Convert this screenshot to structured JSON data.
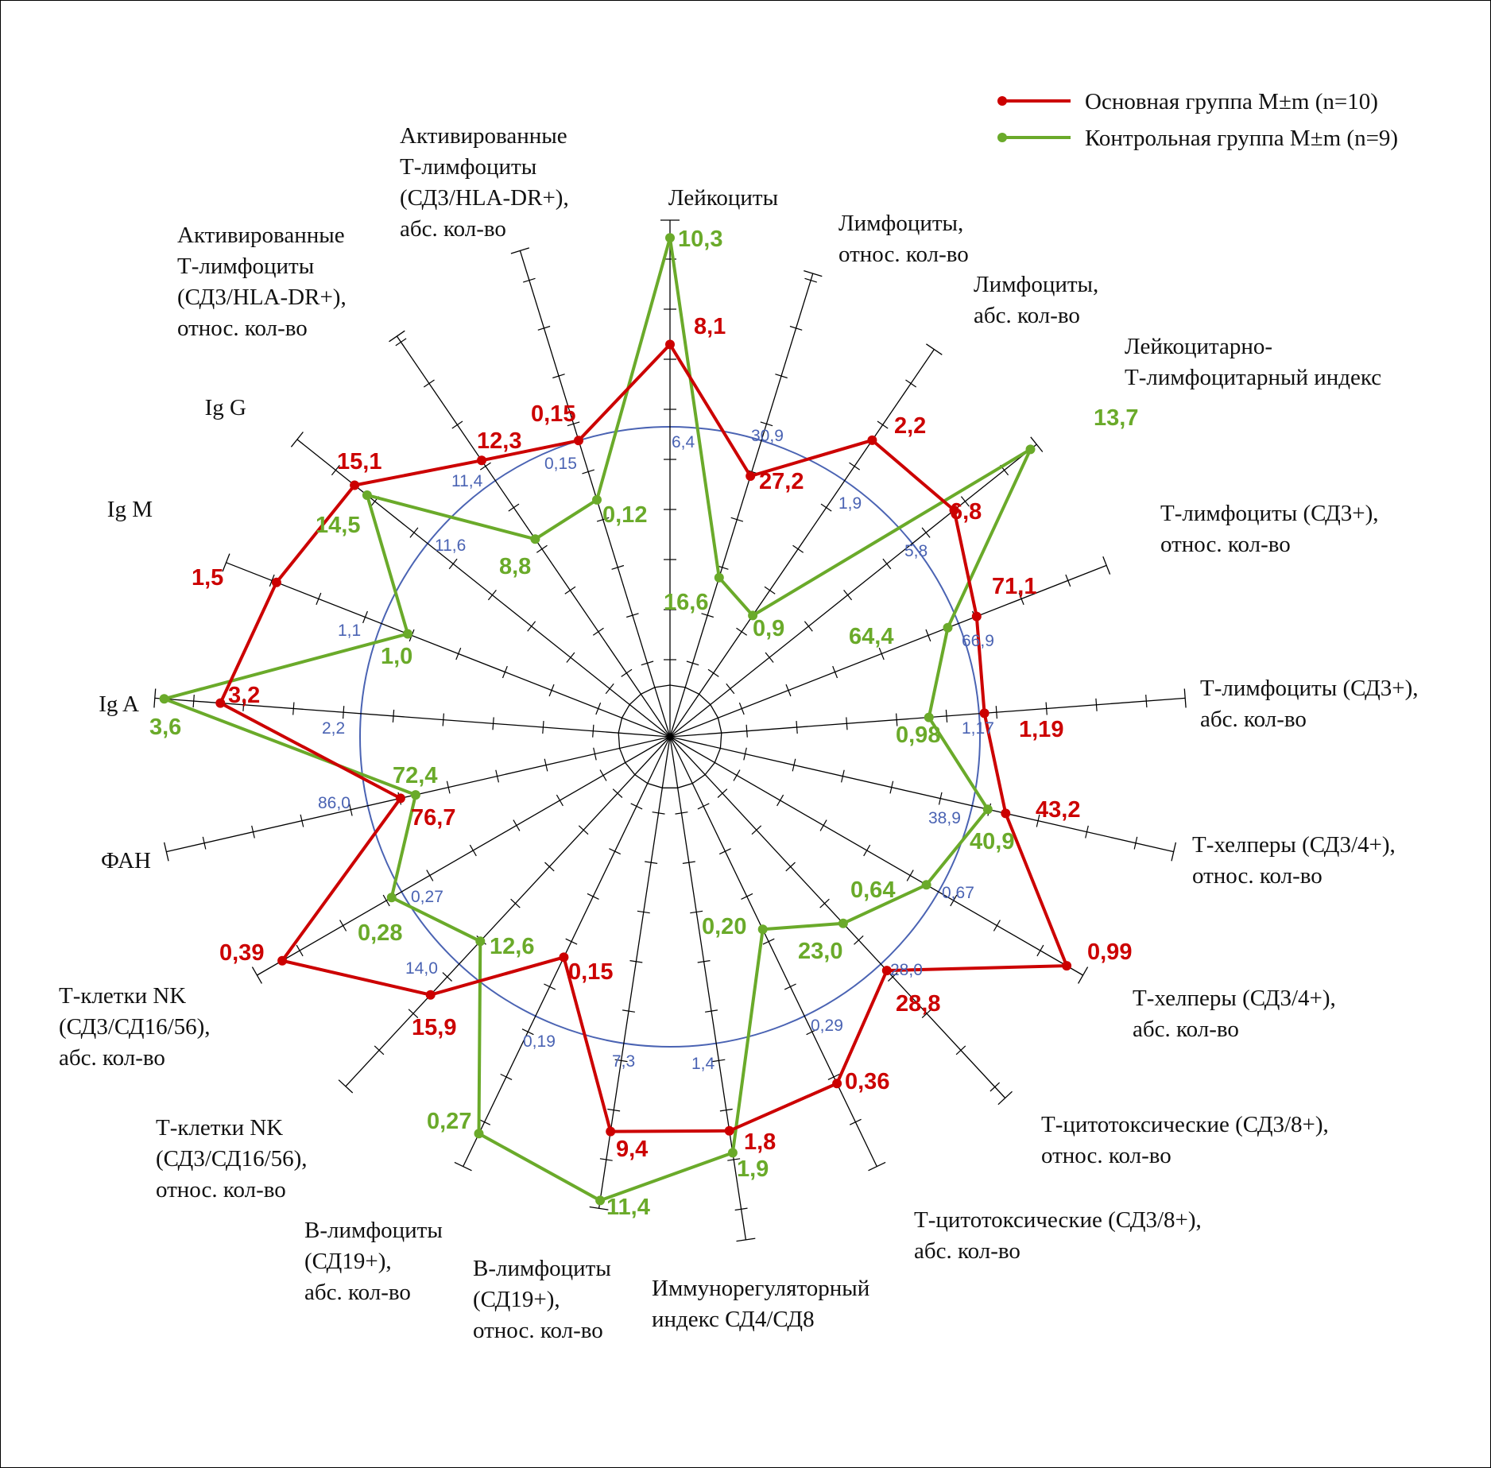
{
  "chart_data": {
    "type": "radar",
    "legend": {
      "position": "top-right",
      "series_labels": [
        "Основная группа M±m (n=10)",
        "Контрольная группа M±m (n=9)"
      ]
    },
    "colors": {
      "main": "#cc0000",
      "control": "#6aaa2a",
      "reference": "#4a63b3",
      "axis": "#000000"
    },
    "axes": [
      {
        "label": [
          "Лейкоциты"
        ],
        "ref": "6,4",
        "main": 8.1,
        "main_label": "8,1",
        "control": 10.3,
        "control_label": "10,3"
      },
      {
        "label": [
          "Лимфоциты,",
          "относ. кол-во"
        ],
        "ref": "30,9",
        "main": 27.2,
        "main_label": "27,2",
        "control": 16.6,
        "control_label": "16,6"
      },
      {
        "label": [
          "Лимфоциты,",
          "абс. кол-во"
        ],
        "ref": "1,9",
        "main": 2.2,
        "main_label": "2,2",
        "control": 0.9,
        "control_label": "0,9"
      },
      {
        "label": [
          "Лейкоцитарно-",
          "Т-лимфоцитарный индекс"
        ],
        "ref": "5,8",
        "main": 6.8,
        "main_label": "6,8",
        "control": 13.7,
        "control_label": "13,7"
      },
      {
        "label": [
          "Т-лимфоциты (СД3+),",
          "относ. кол-во"
        ],
        "ref": "66,9",
        "main": 71.1,
        "main_label": "71,1",
        "control": 64.4,
        "control_label": "64,4"
      },
      {
        "label": [
          "Т-лимфоциты (СД3+),",
          "абс. кол-во"
        ],
        "ref": "1,17",
        "main": 1.19,
        "main_label": "1,19",
        "control": 0.98,
        "control_label": "0,98"
      },
      {
        "label": [
          "Т-хелперы (СД3/4+),",
          "относ. кол-во"
        ],
        "ref": "38,9",
        "main": 43.2,
        "main_label": "43,2",
        "control": 40.9,
        "control_label": "40,9"
      },
      {
        "label": [
          "Т-хелперы (СД3/4+),",
          "абс. кол-во"
        ],
        "ref": "0,67",
        "main": 0.99,
        "main_label": "0,99",
        "control": 0.64,
        "control_label": "0,64"
      },
      {
        "label": [
          "Т-цитотоксические (СД3/8+),",
          "относ. кол-во"
        ],
        "ref": "28,0",
        "main": 28.8,
        "main_label": "28,8",
        "control": 23.0,
        "control_label": "23,0"
      },
      {
        "label": [
          "Т-цитотоксические (СД3/8+),",
          "абс. кол-во"
        ],
        "ref": "0,29",
        "main": 0.36,
        "main_label": "0,36",
        "control": 0.2,
        "control_label": "0,20"
      },
      {
        "label": [
          "Иммунорегуляторный",
          "индекс СД4/СД8"
        ],
        "ref": "1,4",
        "main": 1.8,
        "main_label": "1,8",
        "control": 1.9,
        "control_label": "1,9"
      },
      {
        "label": [
          "В-лимфоциты",
          "(СД19+),",
          "относ. кол-во"
        ],
        "ref": "7,3",
        "main": 9.4,
        "main_label": "9,4",
        "control": 11.4,
        "control_label": "11,4"
      },
      {
        "label": [
          "В-лимфоциты",
          "(СД19+),",
          "абс. кол-во"
        ],
        "ref": "0,19",
        "main": 0.15,
        "main_label": "0,15",
        "control": 0.27,
        "control_label": "0,27"
      },
      {
        "label": [
          "Т-клетки NK",
          "(СД3/СД16/56),",
          "относ. кол-во"
        ],
        "ref": "14,0",
        "main": 15.9,
        "main_label": "15,9",
        "control": 12.6,
        "control_label": "12,6"
      },
      {
        "label": [
          "Т-клетки NK",
          "(СД3/СД16/56),",
          "абс. кол-во"
        ],
        "ref": "0,27",
        "main": 0.39,
        "main_label": "0,39",
        "control": 0.28,
        "control_label": "0,28"
      },
      {
        "label": [
          "ФАН"
        ],
        "ref": "86,0",
        "main": 76.7,
        "main_label": "76,7",
        "control": 72.4,
        "control_label": "72,4"
      },
      {
        "label": [
          "Ig A"
        ],
        "ref": "2,2",
        "main": 3.2,
        "main_label": "3,2",
        "control": 3.6,
        "control_label": "3,6"
      },
      {
        "label": [
          "Ig M"
        ],
        "ref": "1,1",
        "main": 1.5,
        "main_label": "1,5",
        "control": 1.0,
        "control_label": "1,0"
      },
      {
        "label": [
          "Ig G"
        ],
        "ref": "11,6",
        "main": 15.1,
        "main_label": "15,1",
        "control": 14.5,
        "control_label": "14,5"
      },
      {
        "label": [
          "Активированные",
          "Т-лимфоциты",
          "(СД3/HLA-DR+),",
          "относ. кол-во"
        ],
        "ref": "11,4",
        "main": 12.3,
        "main_label": "12,3",
        "control": 8.8,
        "control_label": "8,8"
      },
      {
        "label": [
          "Активированные",
          "Т-лимфоциты",
          "(СД3/HLA-DR+),",
          "абс. кол-во"
        ],
        "ref": "0,15",
        "main": 0.15,
        "main_label": "0,15",
        "control": 0.12,
        "control_label": "0,12"
      }
    ]
  }
}
